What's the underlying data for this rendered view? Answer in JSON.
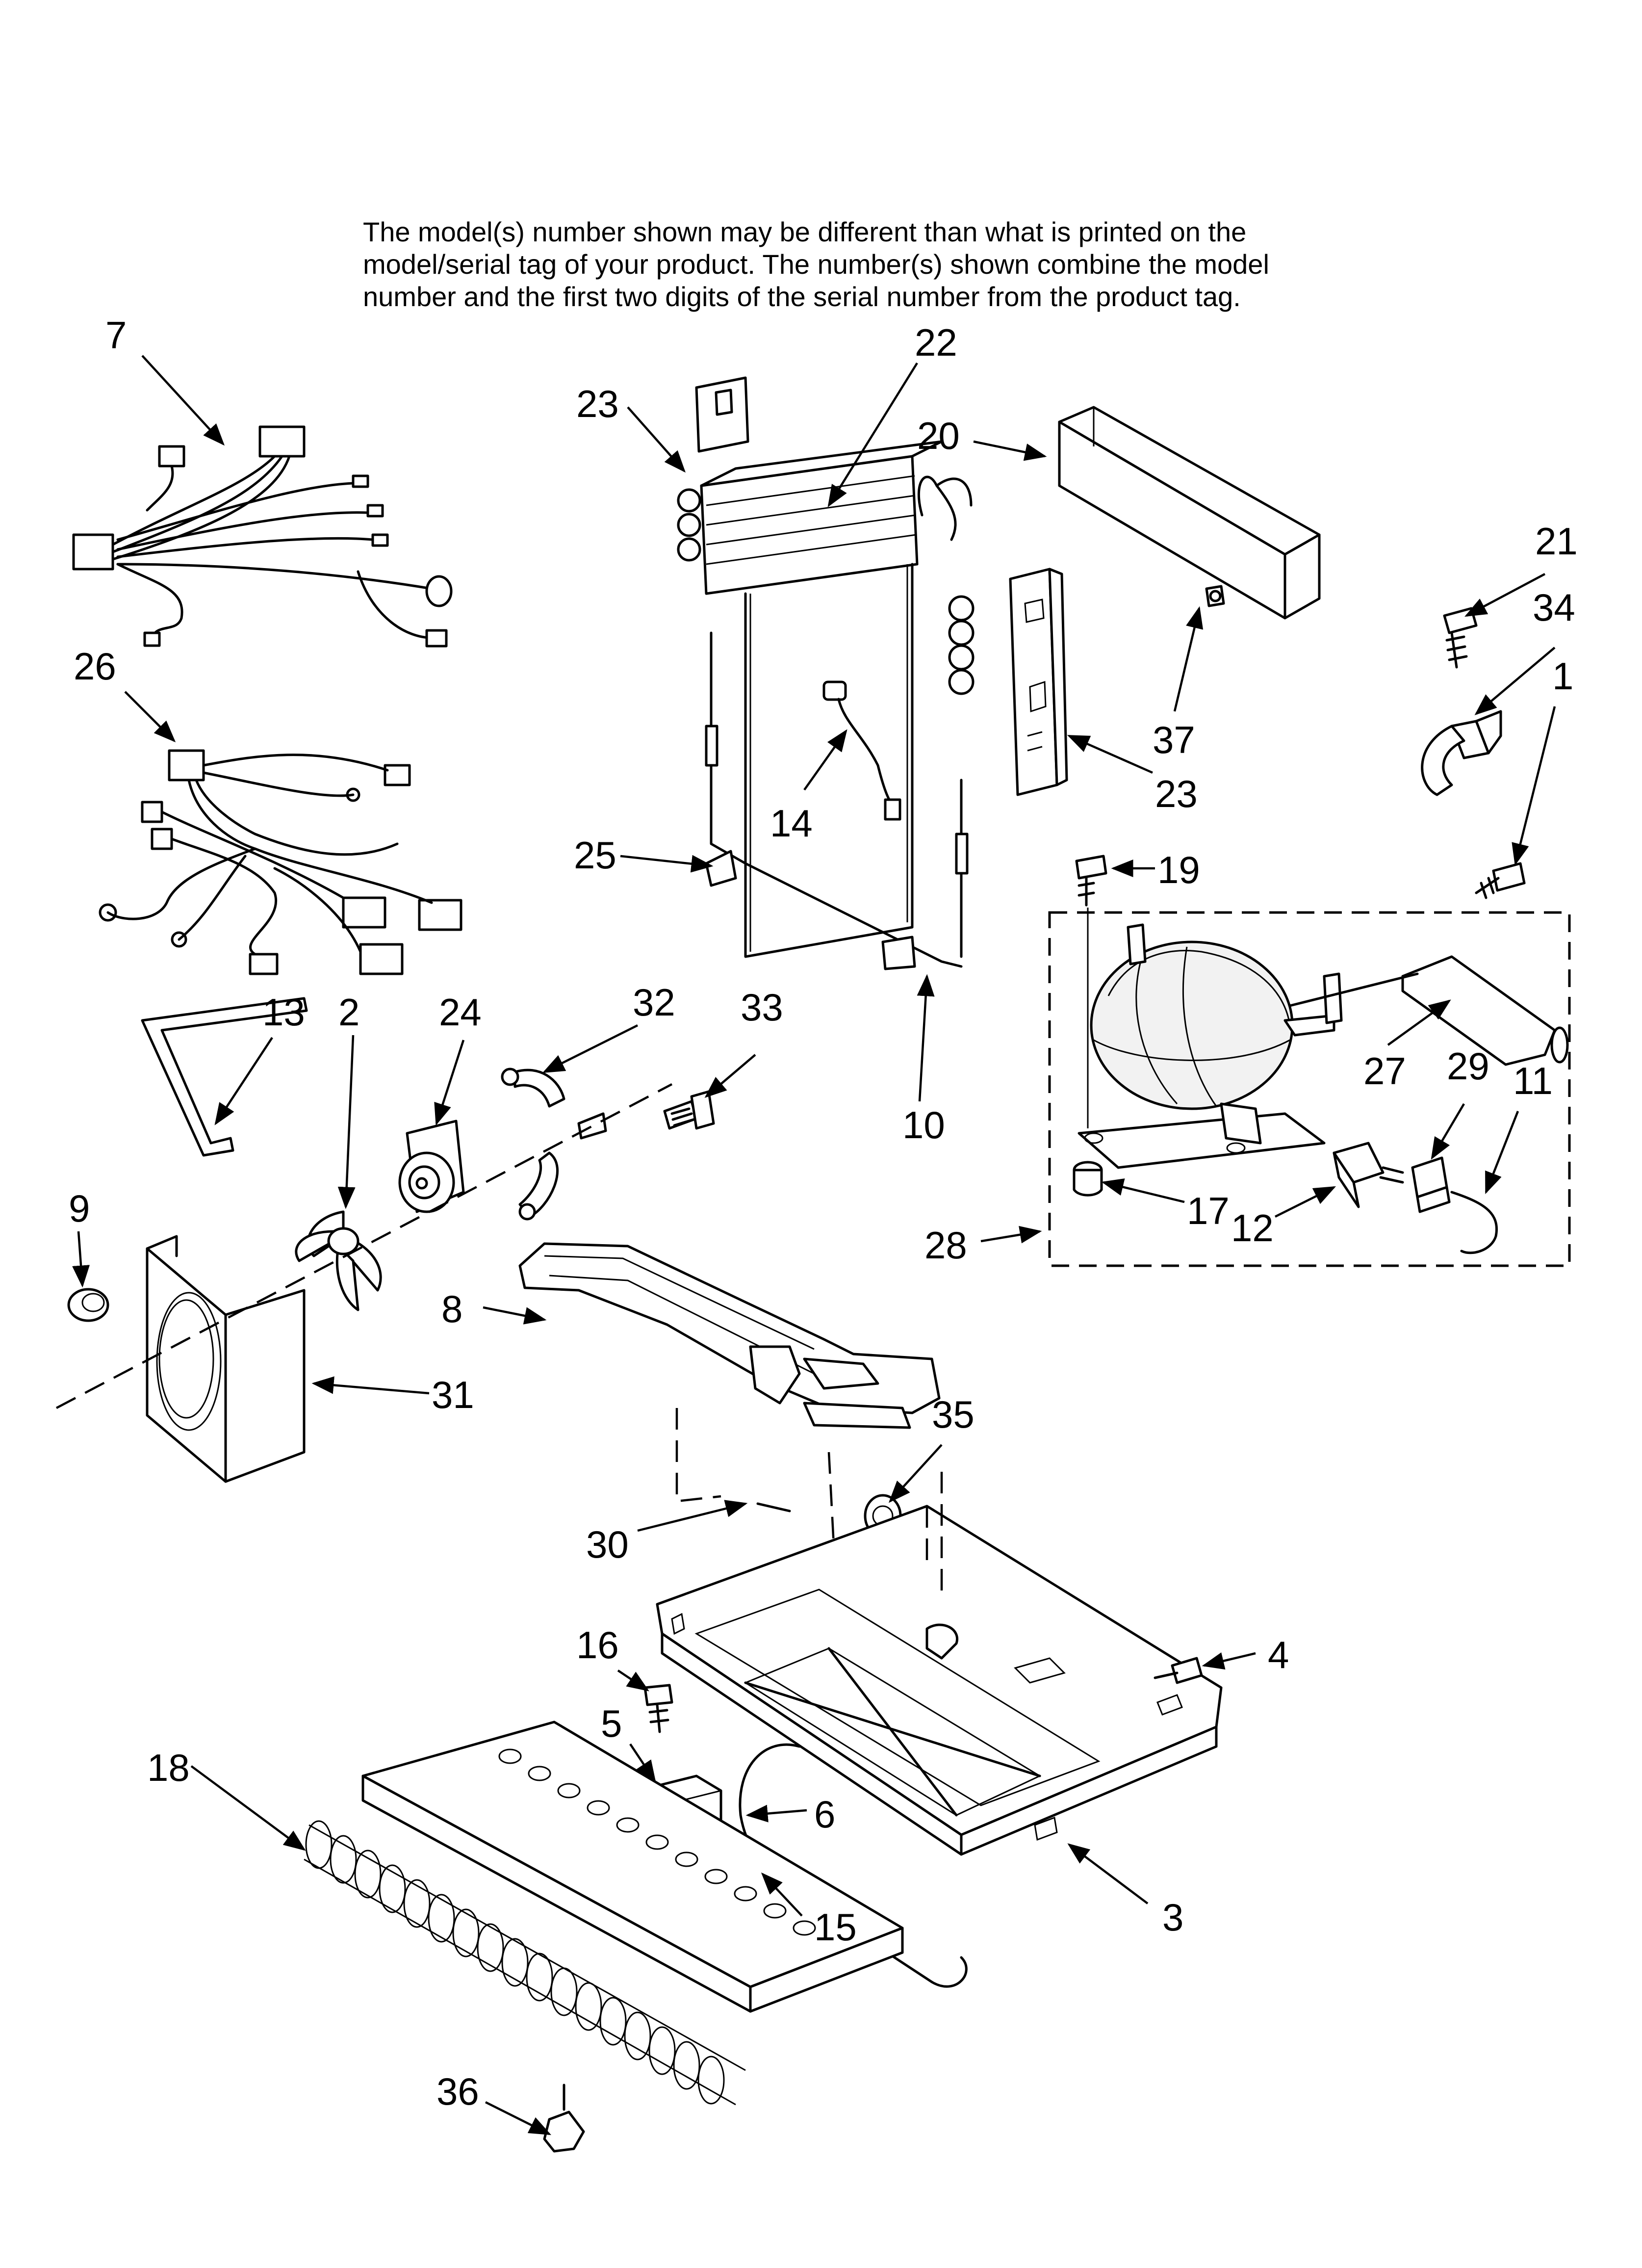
{
  "notice": {
    "line1": "The model(s) number shown may be different than what is printed on the",
    "line2": "model/serial tag of your product. The number(s) shown combine the model",
    "line3": "number and the first two digits of the serial number from the product tag."
  },
  "callouts": {
    "c1": "1",
    "c2": "2",
    "c3": "3",
    "c4": "4",
    "c5": "5",
    "c6": "6",
    "c7": "7",
    "c8": "8",
    "c9": "9",
    "c10": "10",
    "c11": "11",
    "c12": "12",
    "c13": "13",
    "c14": "14",
    "c15": "15",
    "c16": "16",
    "c17": "17",
    "c18": "18",
    "c19": "19",
    "c20": "20",
    "c21": "21",
    "c22": "22",
    "c23a": "23",
    "c23b": "23",
    "c24": "24",
    "c25": "25",
    "c26": "26",
    "c27": "27",
    "c28": "28",
    "c29": "29",
    "c30": "30",
    "c31": "31",
    "c32": "32",
    "c33": "33",
    "c34": "34",
    "c35": "35",
    "c36": "36",
    "c37": "37"
  }
}
